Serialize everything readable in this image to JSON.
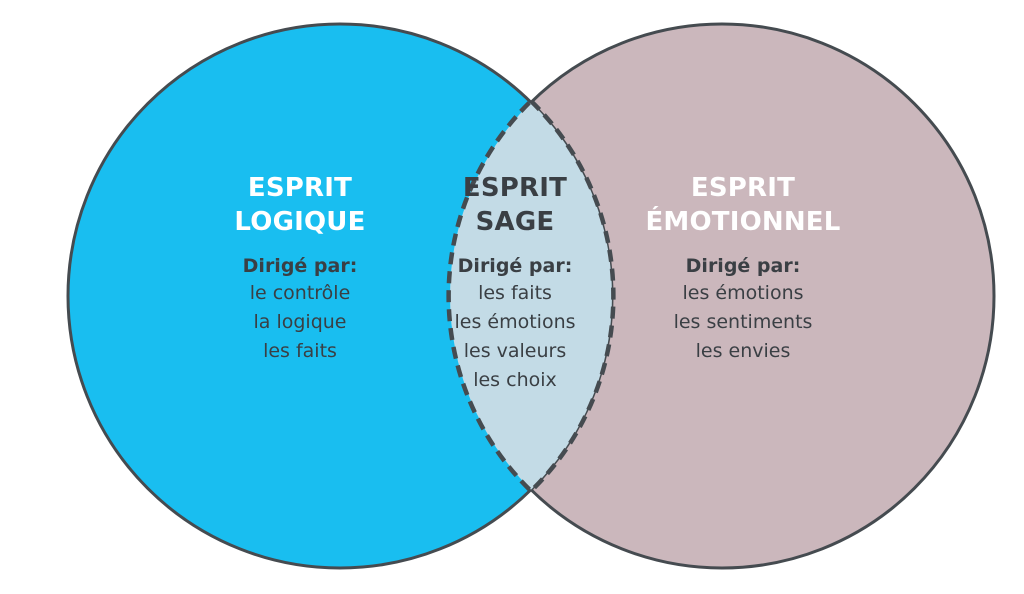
{
  "colors": {
    "logic_circle": "#19bef0",
    "emotion_circle": "#cbb7bc",
    "intersection": "#c3dbe6",
    "outline": "#454b50",
    "dark_text": "#3a3f44",
    "light_text": "#ffffff"
  },
  "left": {
    "title_line1": "ESPRIT",
    "title_line2": "LOGIQUE",
    "subtitle": "Dirigé par:",
    "items": [
      "le contrôle",
      "la logique",
      "les faits"
    ]
  },
  "middle": {
    "title_line1": "ESPRIT",
    "title_line2": "SAGE",
    "subtitle": "Dirigé par:",
    "items": [
      "les faits",
      "les émotions",
      "les valeurs",
      "les choix"
    ]
  },
  "right": {
    "title_line1": "ESPRIT",
    "title_line2": "ÉMOTIONNEL",
    "subtitle": "Dirigé par:",
    "items": [
      "les émotions",
      "les sentiments",
      "les envies"
    ]
  }
}
